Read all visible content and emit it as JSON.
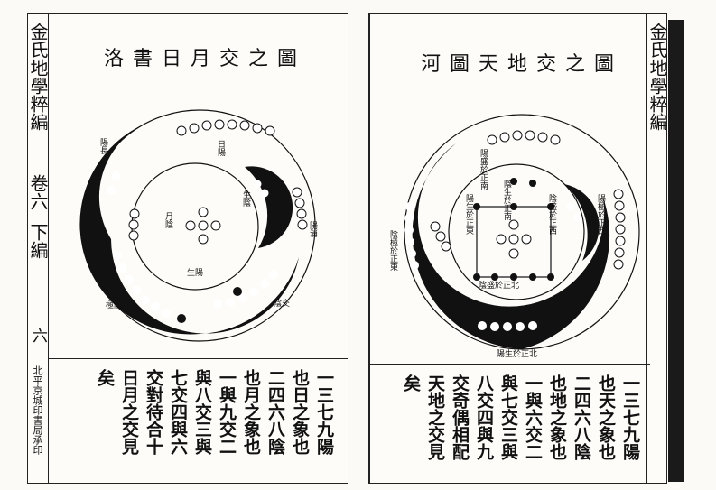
{
  "left_page": {
    "margin": {
      "book_title": "金氏地學粹編",
      "volume": "卷六",
      "part": "下編",
      "page_number": "六",
      "publisher": "北平京城印書局承印"
    },
    "diagram_title": "洛書日月交之圖",
    "labels": {
      "outer_upper_right": "陽消",
      "inner_top": "日陽",
      "inner_left": "月陰",
      "inner_lower": "生陽",
      "inner_right_upper": "生陰",
      "outer_upper_left": "陽長",
      "outer_lower_left": "極陰",
      "outer_lower_right": "陰交"
    },
    "text_columns": [
      "一三七九陽",
      "也日之象也",
      "二四六八陰",
      "也月之象也",
      "一與九交二",
      "與八交三與",
      "七交四與六",
      "交對待合十",
      "日月之交見",
      "矣"
    ]
  },
  "right_page": {
    "margin": {
      "book_title": "金氏地學粹編"
    },
    "diagram_title": "河圖天地交之圖",
    "labels": {
      "top_center": "陽盛於正南",
      "inner_top": "陰生於正南",
      "inner_right": "陰盛於正西",
      "inner_left": "陽生於正東",
      "outer_right": "陽極於正西",
      "outer_left": "陰極於正東",
      "lower_center": "陰盛於正北",
      "bottom_center": "陽生於正北"
    },
    "text_columns": [
      "一三七九陽",
      "也天之象也",
      "二四六八陰",
      "也地之象也",
      "一與六交二",
      "與七交三與",
      "八交四與九",
      "交奇偶相配",
      "天地之交見",
      "矣"
    ]
  }
}
